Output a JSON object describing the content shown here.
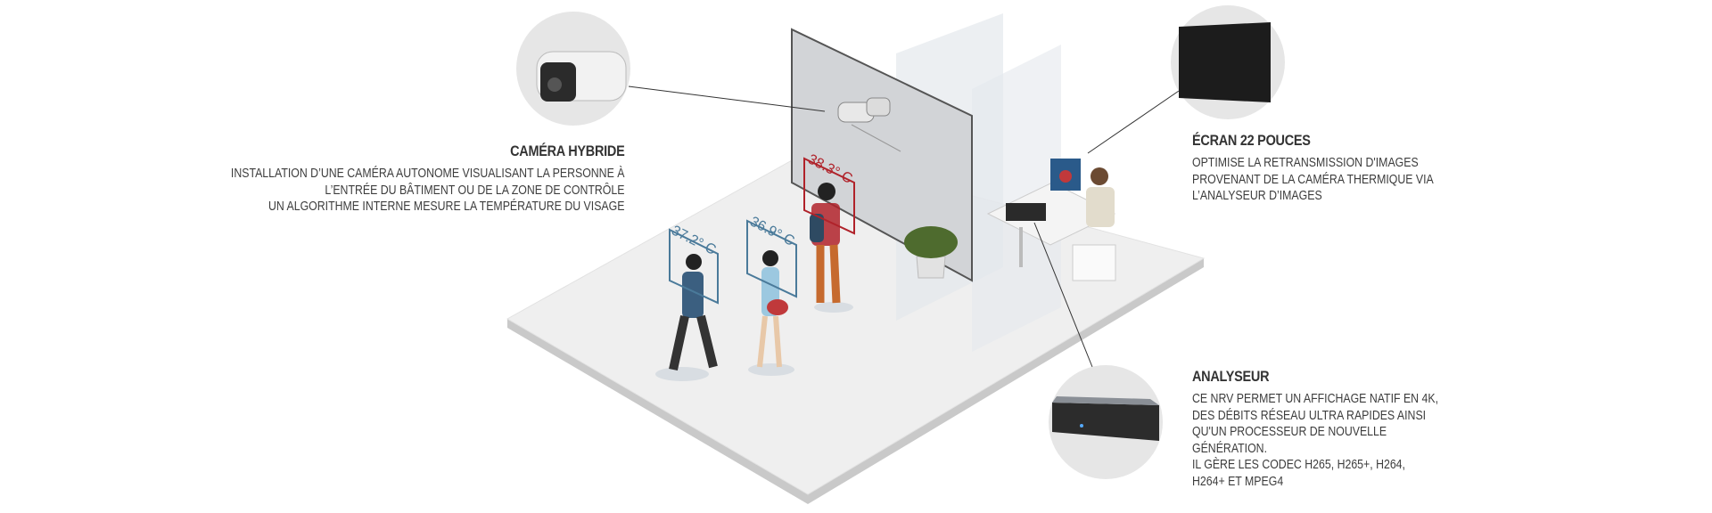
{
  "camera": {
    "title": "Caméra hybride",
    "lines": [
      "Installation d’une caméra autonome visualisant la personne à",
      "l’entrée du bâtiment ou de la zone de contrôle",
      "Un algorithme interne mesure la température du visage"
    ]
  },
  "screen": {
    "title": "Écran 22 pouces",
    "lines": [
      "Optimise la retransmission d'images",
      "provenant de la caméra thermique via",
      "l’analyseur d’images"
    ]
  },
  "analyser": {
    "title": "Analyseur",
    "lines": [
      "Ce NRV permet un affichage natif en 4K,",
      "des débits réseau ultra rapides ainsi",
      "qu'un processeur de nouvelle",
      "génération.",
      "Il gère les codec H265, H265+, H264,",
      "H264+ et MPEG4"
    ]
  },
  "temperatures": [
    "37.2° C",
    "36.9° C",
    "38.3° C"
  ],
  "colors": {
    "normal": "#4a7a9a",
    "alert": "#b0222a",
    "platform": "#efefef"
  }
}
